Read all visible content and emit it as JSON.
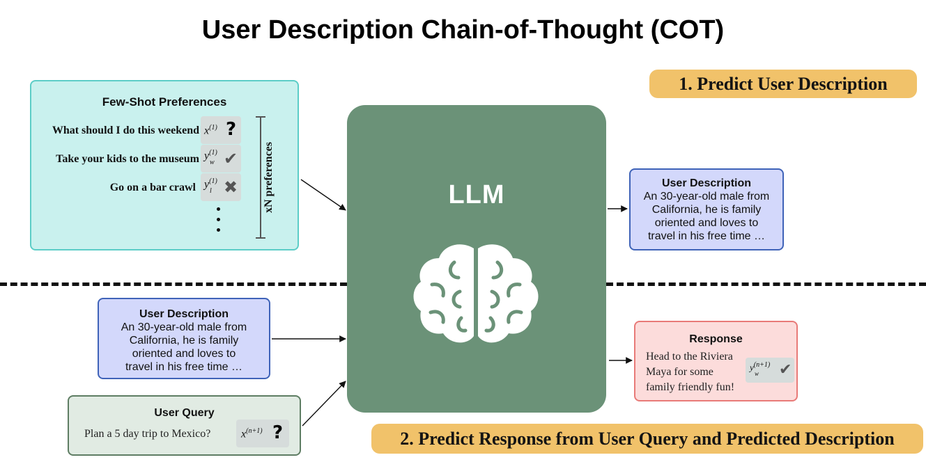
{
  "title": "User Description Chain-of-Thought (COT)",
  "step1_label": "1. Predict User Description",
  "step2_label": "2. Predict Response from User Query and Predicted Description",
  "few_shot": {
    "title": "Few-Shot Preferences",
    "items": [
      {
        "text": "What should I do this weekend",
        "var": "x",
        "sup": "(1)",
        "sub": "",
        "mark": "question-mark"
      },
      {
        "text": "Take your kids to the museum",
        "var": "y",
        "sup": "(1)",
        "sub": "w",
        "mark": "check-mark"
      },
      {
        "text": "Go on a bar crawl",
        "var": "y",
        "sup": "(1)",
        "sub": "l",
        "mark": "x-mark"
      }
    ],
    "count_label": "xN preferences"
  },
  "llm_label": "LLM",
  "user_description_top": {
    "title": "User Description",
    "lines": [
      "An 30-year-old male from",
      "California, he is family",
      "oriented and loves to",
      "travel in his free time …"
    ]
  },
  "user_description_bottom": {
    "title": "User Description",
    "lines": [
      "An 30-year-old male from",
      "California, he is family",
      "oriented and loves to",
      "travel in his free time …"
    ]
  },
  "user_query": {
    "title": "User Query",
    "text": "Plan a 5 day trip to Mexico?",
    "var": "x",
    "sup": "(n+1)",
    "mark": "question-mark"
  },
  "response": {
    "title": "Response",
    "lines": [
      "Head to the Riviera",
      "Maya for some",
      "family friendly fun!"
    ],
    "var": "y",
    "sup": "(n+1)",
    "sub": "w",
    "mark": "check-mark"
  },
  "colors": {
    "few_shot_bg": "#c9f1ee",
    "llm_bg": "#6b9278",
    "description_bg": "#d3d8fb",
    "response_bg": "#fcdcdb",
    "query_bg": "#e1ebe3",
    "step_tag_bg": "#f1c26a"
  }
}
